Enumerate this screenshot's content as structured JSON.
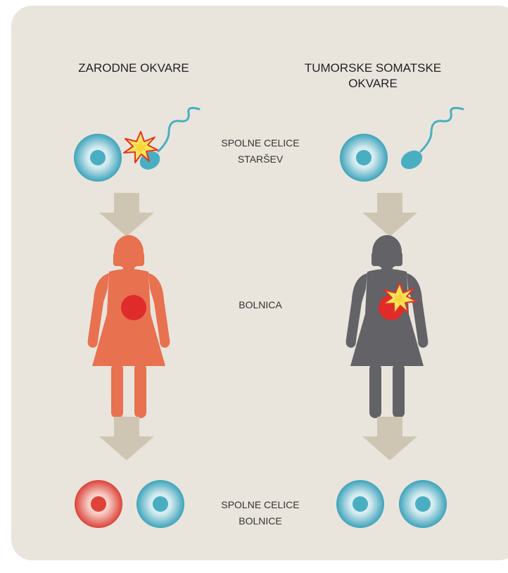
{
  "titles": {
    "left": "ZARODNE OKVARE",
    "right_line1": "TUMORSKE SOMATSKE",
    "right_line2": "OKVARE"
  },
  "labels": {
    "parents_line1": "SPOLNE CELICE",
    "parents_line2": "STARŠEV",
    "patient": "BOLNICA",
    "patient_cells_line1": "SPOLNE CELICE",
    "patient_cells_line2": "BOLNICE"
  },
  "colors": {
    "background": "#e9e5dd",
    "cell_blue": "#4aaec2",
    "cell_red": "#e0423a",
    "woman_germline": "#e8714f",
    "woman_somatic": "#636266",
    "tumor": "#e02b2b",
    "arrow": "#cec6b3",
    "sperm": "#4aaec2"
  },
  "icons": [
    "cell-icon",
    "sperm-icon",
    "mutation-burst-icon",
    "woman-icon",
    "tumor-icon",
    "arrow-down-icon"
  ]
}
